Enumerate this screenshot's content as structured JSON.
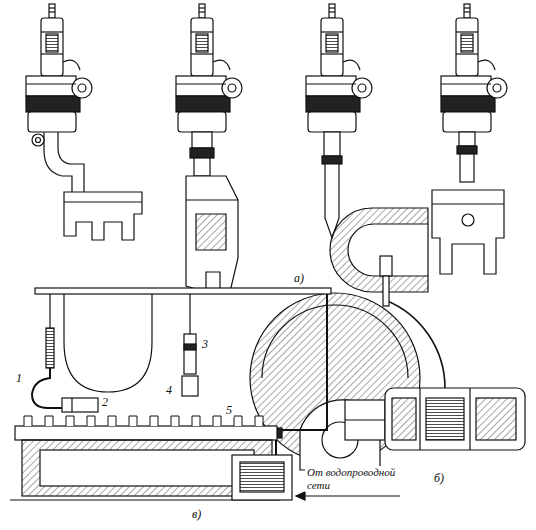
{
  "diagram": {
    "labels": [
      "а)",
      "1",
      "2",
      "3",
      "4",
      "5",
      "От водопроводной сети",
      "б)",
      "в)"
    ]
  }
}
